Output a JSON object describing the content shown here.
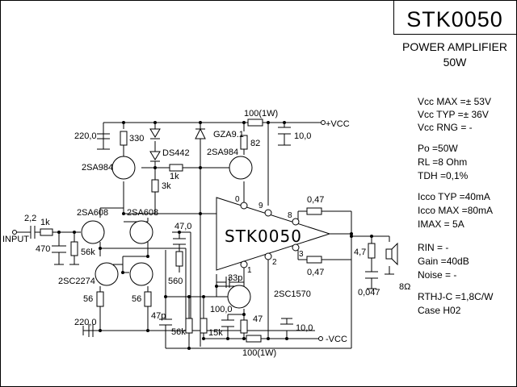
{
  "header": {
    "part_number": "STK0050",
    "description": "POWER AMPLIFIER",
    "power": "50W"
  },
  "specs": [
    "Vcc MAX =± 53V",
    "Vcc TYP =± 36V",
    "Vcc RNG =   -",
    "Po =50W",
    "RL =8 Ohm",
    "TDH =0,1%",
    "Icco TYP =40mA",
    "Icco MAX =80mA",
    "IMAX =   5A",
    "RIN = -",
    "Gain =40dB",
    "Noise = -",
    "RTHJ-C =1,8C/W",
    "Case H02"
  ],
  "schematic": {
    "chip_label": "STK0050",
    "input_label": "INPUT",
    "vcc_pos": "+VCC",
    "vcc_neg": "-VCC",
    "components": {
      "c_in": "2,2",
      "r_in": "1k",
      "c_470": "470",
      "r_56k_in": "56k",
      "q1": "2SA608",
      "q2": "2SA608",
      "q3": "2SC2274",
      "r_56_a": "56",
      "r_56_b": "56",
      "c_220_bottom": "220,0",
      "c_220_top": "220,0",
      "r_330": "330",
      "diodes": "DS442",
      "q_driver": "2SA984",
      "r_1k": "1k",
      "r_3k": "3k",
      "zener": "GZA9.1",
      "r_82": "82",
      "q_driver2": "2SA984",
      "r_100_top": "100(1W)",
      "c_10_top": "10,0",
      "c_47": "47,0",
      "r_560": "560",
      "c_47p": "47p",
      "r_56k": "56k",
      "r_15k": "15k",
      "c_33p": "33p",
      "q_out": "2SC1570",
      "c_100": "100,0",
      "r_47": "47",
      "c_10_bot": "10,0",
      "r_100_bot": "100(1W)",
      "r_047_top": "0,47",
      "r_047_bot": "0,47",
      "r_47_zobel": "4,7",
      "c_zobel": "0,047",
      "speaker": "8Ω"
    },
    "pins": [
      "0",
      "9",
      "8",
      "1",
      "2",
      "3"
    ]
  }
}
